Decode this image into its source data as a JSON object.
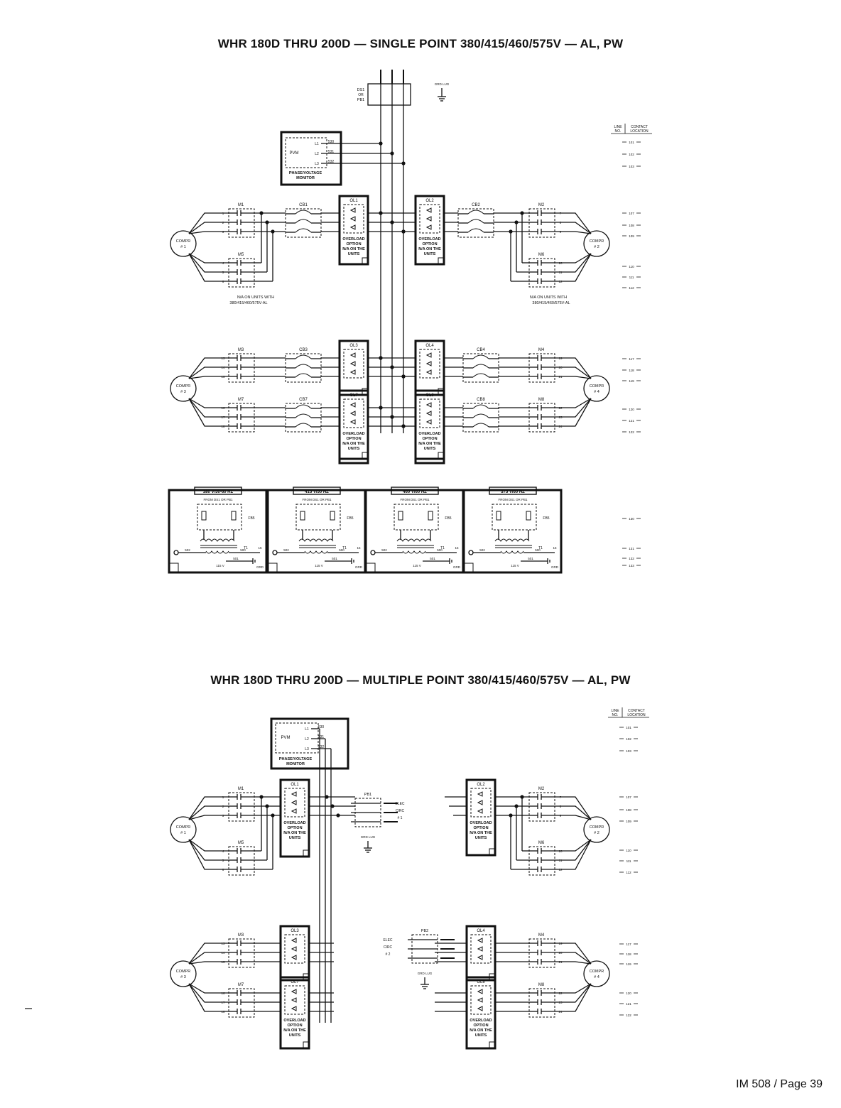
{
  "page": {
    "title_single": "WHR 180D THRU 200D — SINGLE POINT 380/415/460/575V — AL, PW",
    "title_multiple": "WHR 180D THRU 200D — MULTIPLE POINT 380/415/460/575V — AL, PW",
    "footer": "IM 508 / Page 39"
  },
  "single": {
    "ds1": [
      "DS1",
      "OR",
      "PB1"
    ],
    "grd_lug": "GRD LUG",
    "line_header": [
      "LINE",
      "NO."
    ],
    "contact_header": [
      "CONTACT",
      "LOCATION"
    ],
    "pvm": {
      "label": "PVM",
      "caption1": "PHASE/VOLTAGE",
      "caption2": "MONITOR",
      "terminals": [
        "L1",
        "L2",
        "L3"
      ],
      "wires": [
        "530",
        "531",
        "532"
      ]
    },
    "notes": [
      "N/A ON UNITS WITH",
      "380/415/460/575V-AL"
    ],
    "overload": [
      "OVERLOAD",
      "OPTION",
      "N/A ON THE",
      "UNITS"
    ],
    "compressors": [
      "COMPR",
      "# 1",
      "# 2",
      "# 3",
      "# 4"
    ],
    "contactors": [
      "M1",
      "M5",
      "M2",
      "M6",
      "M3",
      "M7",
      "M4",
      "M8"
    ],
    "breakers": [
      "CB1",
      "CB2",
      "CB3",
      "CB7",
      "CB4",
      "CB8"
    ],
    "olboxes": [
      "OL1",
      "OL2",
      "OL3",
      "OL7",
      "OL4",
      "OL8"
    ],
    "wires_left_top": [
      "1",
      "2",
      "3",
      "4",
      "5",
      "6"
    ],
    "wires_right_top": [
      "7",
      "8",
      "9",
      "10",
      "11",
      "12"
    ],
    "wires_left_bot": [
      "13",
      "14",
      "15",
      "16",
      "17",
      "18"
    ],
    "wires_right_bot": [
      "19",
      "20",
      "21",
      "22",
      "23",
      "24"
    ],
    "line_numbers": [
      "101",
      "102",
      "103",
      "107",
      "108",
      "109",
      "110",
      "111",
      "112",
      "117",
      "118",
      "119",
      "120",
      "121",
      "122",
      "130",
      "131",
      "132",
      "133"
    ],
    "transformers": [
      "380 V/50-60 HZ",
      "415 V/50 HZ",
      "460 V/60 HZ",
      "575 V/60 HZ"
    ],
    "xfmr_from": "FROM DS1 OR PB1",
    "xfmr_labels": {
      "fb": "FB5",
      "t1": "T1",
      "v115": "115 V",
      "grd": "GRD",
      "w502": "502",
      "w500": "500",
      "w501": "501",
      "w15": "15"
    }
  },
  "multiple": {
    "line_header": [
      "LINE",
      "NO."
    ],
    "contact_header": [
      "CONTACT",
      "LOCATION"
    ],
    "pvm": {
      "label": "PVM",
      "caption1": "PHASE/VOLTAGE",
      "caption2": "MONITOR",
      "terminals": [
        "L1",
        "L2",
        "L3"
      ],
      "wires": [
        "530",
        "531",
        "532"
      ]
    },
    "pb": [
      "PB1",
      "PB2"
    ],
    "elec": [
      "ELEC",
      "CIRC",
      "# 1",
      "# 2"
    ],
    "grd_lug": "GRD LUG",
    "overload": [
      "OVERLOAD",
      "OPTION",
      "N/A ON THE",
      "UNITS"
    ],
    "olboxes": [
      "OL1",
      "OL2",
      "OL3",
      "OL7",
      "OL4",
      "OL8"
    ],
    "contactors": [
      "M1",
      "M5",
      "M2",
      "M6",
      "M3",
      "M7",
      "M4",
      "M8"
    ],
    "line_numbers": [
      "101",
      "102",
      "103",
      "107",
      "108",
      "109",
      "110",
      "111",
      "112",
      "117",
      "118",
      "119",
      "120",
      "121",
      "122"
    ]
  }
}
